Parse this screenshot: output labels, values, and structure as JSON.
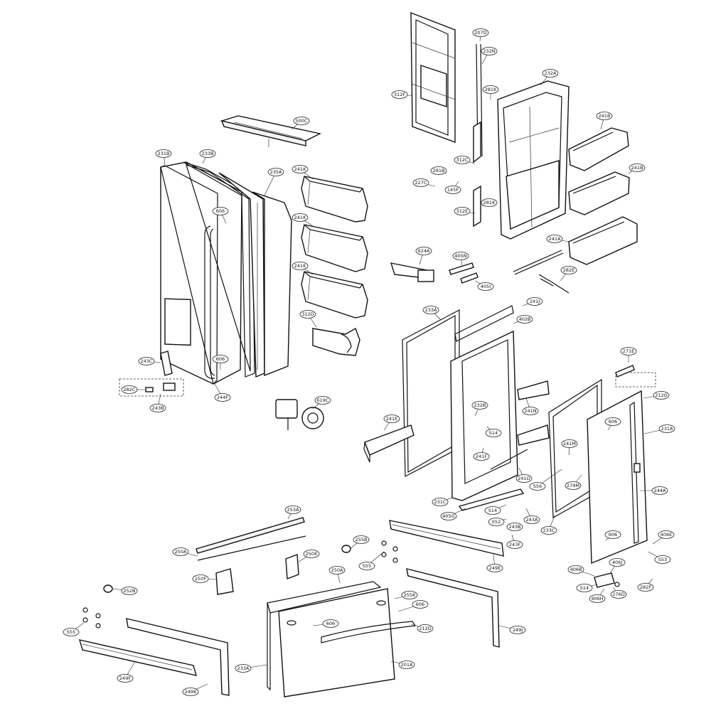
{
  "labels": {
    "l207D": "207D",
    "l232N": "232N",
    "l232A": "232A",
    "l312F": "312F",
    "l281K_top": "281K",
    "l241B_1": "241B",
    "l241B_2": "241B",
    "l500C": "500C",
    "l231B": "231B",
    "l233B": "233B",
    "l235A": "235A",
    "l241K_1": "241K",
    "l241K_2": "241K",
    "l241K_3": "241K",
    "l281B": "281B",
    "l312C": "312C",
    "l227C": "227C",
    "l145F": "145F",
    "l281K_mid": "281K",
    "l312E": "312E",
    "l241A": "241A",
    "l282E": "282E",
    "l624A": "624A",
    "l405N": "405N",
    "l405I": "405I",
    "l606_lu": "606",
    "l606_ld": "606",
    "l312D": "312D",
    "l233A": "233A",
    "l241J": "241J",
    "l402B": "402B",
    "l243C": "243C",
    "l282C": "282C",
    "l243B": "243B",
    "l244F": "244F",
    "l619C": "619C",
    "l271E": "271E",
    "l212G": "212G",
    "l606_r1": "606",
    "l231A": "231A",
    "l241E": "241E",
    "l232B": "232B",
    "lS14_a": "S14",
    "l241N": "241N",
    "l241F": "241F",
    "l241M": "241M",
    "l241D": "241D",
    "lS56": "S56",
    "l279M": "279M",
    "l231C": "231C",
    "l405G": "405G",
    "lS14_b": "S14",
    "lS52": "S52",
    "l243A": "243A",
    "l243F": "243F",
    "l243B_2": "243B",
    "l233C": "233C",
    "l244A": "244A",
    "l606_r2": "606",
    "l406E": "406E",
    "l253A": "253A",
    "l250A": "250A",
    "l255B": "255B",
    "l250K": "250K",
    "l250F": "250F",
    "lS55_a": "S55",
    "l249E": "249E",
    "l250A_2": "250A",
    "l255K": "255K",
    "l606_d1": "606",
    "l606_d2": "606",
    "l212D": "212D",
    "l249J": "249J",
    "l406J": "406J",
    "l406B": "406B",
    "lS14_c": "S14",
    "l406H": "406H",
    "l276D": "276D",
    "l282F": "282F",
    "lS53": "S53",
    "l252B": "252B",
    "lS55_b": "S55",
    "l249F": "249F",
    "l249K": "249K",
    "l233A_2": "233A",
    "l201A": "201A"
  }
}
